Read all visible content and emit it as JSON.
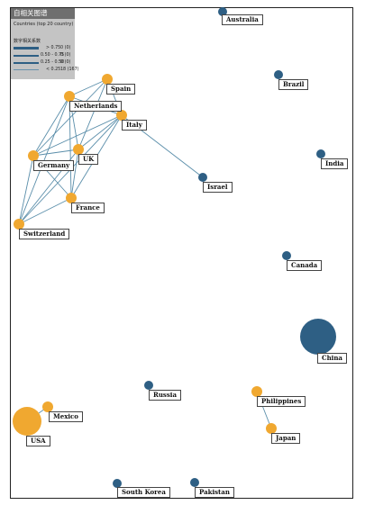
{
  "legend": {
    "title": "自相关图谱",
    "subtitle": "Countries (top 20 country)",
    "header": "数字相关系数",
    "rows": [
      {
        "range": "> 0.75",
        "count": "0 (0)"
      },
      {
        "range": "0.50 - 0.75",
        "count": "0 (0)"
      },
      {
        "range": "0.25 - 0.50",
        "count": "0 (0)"
      },
      {
        "range": "< 0.25",
        "count": "18 (167)"
      }
    ]
  },
  "colors": {
    "blue": "#2e5f84",
    "orange": "#f0a830",
    "edge": "#5a8eaa"
  },
  "nodes": [
    {
      "id": "australia",
      "label": "Australia",
      "group": "blue"
    },
    {
      "id": "spain",
      "label": "Spain",
      "group": "orange"
    },
    {
      "id": "netherlands",
      "label": "Netherlands",
      "group": "orange"
    },
    {
      "id": "italy",
      "label": "Italy",
      "group": "orange"
    },
    {
      "id": "brazil",
      "label": "Brazil",
      "group": "blue"
    },
    {
      "id": "uk",
      "label": "UK",
      "group": "orange"
    },
    {
      "id": "germany",
      "label": "Germany",
      "group": "orange"
    },
    {
      "id": "india",
      "label": "India",
      "group": "blue"
    },
    {
      "id": "israel",
      "label": "Israel",
      "group": "blue"
    },
    {
      "id": "france",
      "label": "France",
      "group": "orange"
    },
    {
      "id": "switzerland",
      "label": "Switzerland",
      "group": "orange"
    },
    {
      "id": "canada",
      "label": "Canada",
      "group": "blue"
    },
    {
      "id": "china",
      "label": "China",
      "group": "blue"
    },
    {
      "id": "russia",
      "label": "Russia",
      "group": "blue"
    },
    {
      "id": "philippines",
      "label": "Philippines",
      "group": "orange"
    },
    {
      "id": "mexico",
      "label": "Mexico",
      "group": "orange"
    },
    {
      "id": "usa",
      "label": "USA",
      "group": "orange"
    },
    {
      "id": "japan",
      "label": "Japan",
      "group": "orange"
    },
    {
      "id": "south-korea",
      "label": "South Korea",
      "group": "blue"
    },
    {
      "id": "pakistan",
      "label": "Pakistan",
      "group": "blue"
    }
  ],
  "edges": [
    [
      "spain",
      "netherlands"
    ],
    [
      "spain",
      "italy"
    ],
    [
      "spain",
      "germany"
    ],
    [
      "spain",
      "uk"
    ],
    [
      "netherlands",
      "italy"
    ],
    [
      "netherlands",
      "germany"
    ],
    [
      "netherlands",
      "uk"
    ],
    [
      "netherlands",
      "france"
    ],
    [
      "netherlands",
      "switzerland"
    ],
    [
      "italy",
      "germany"
    ],
    [
      "italy",
      "uk"
    ],
    [
      "italy",
      "france"
    ],
    [
      "italy",
      "switzerland"
    ],
    [
      "italy",
      "israel"
    ],
    [
      "uk",
      "germany"
    ],
    [
      "uk",
      "france"
    ],
    [
      "uk",
      "switzerland"
    ],
    [
      "germany",
      "france"
    ],
    [
      "germany",
      "switzerland"
    ],
    [
      "france",
      "switzerland"
    ],
    [
      "mexico",
      "usa"
    ],
    [
      "philippines",
      "japan"
    ]
  ]
}
